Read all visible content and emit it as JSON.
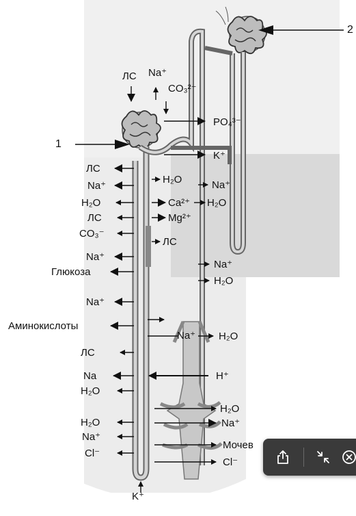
{
  "diagram": {
    "callout_1": "1",
    "callout_2": "2",
    "top": {
      "lc": "ЛС",
      "na": "Na⁺",
      "co3": "CO₃²⁻",
      "po4": "PO₄³⁻",
      "k": "K⁺"
    },
    "left": {
      "lc1": "ЛС",
      "na1": "Na⁺",
      "h2o1": "H₂O",
      "lc2": "ЛС",
      "co3": "CO₃⁻",
      "na2": "Na⁺",
      "glucose": "Глюкоза",
      "na3": "Na⁺",
      "amino": "Аминокислоты",
      "lc3": "ЛС",
      "na4": "Na",
      "h2o2": "H₂O",
      "h2o3": "H₂O",
      "na5": "Na⁺",
      "cl": "Cl⁻"
    },
    "middle": {
      "h2o": "H₂O",
      "ca": "Ca²⁺",
      "mg": "Mg²⁺",
      "lc": "ЛС",
      "na_duct": "Na⁺",
      "k_bottom": "K⁺"
    },
    "right": {
      "na1": "Na⁺",
      "h2o1": "H₂O",
      "na2": "Na⁺",
      "h2o2": "H₂O",
      "h2o3": "H₂O",
      "h": "H⁺",
      "h2o4": "H₂O",
      "na3": "Na⁺",
      "urine": "Мочев",
      "cl": "Cl⁻"
    }
  },
  "toolbar": {
    "share_icon": "share-icon",
    "collapse_icon": "collapse-icon",
    "close_icon": "close-icon"
  }
}
